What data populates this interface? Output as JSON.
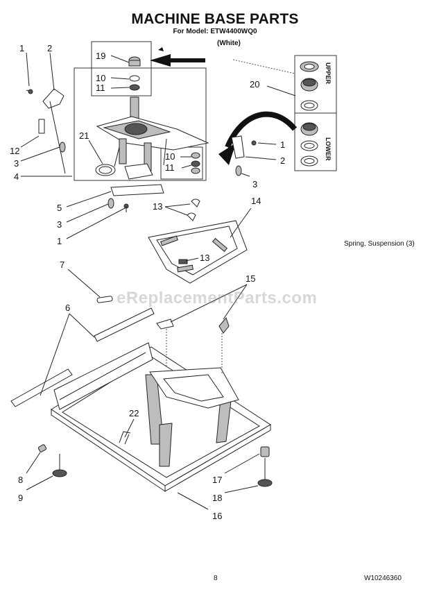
{
  "header": {
    "title": "MACHINE BASE PARTS",
    "model_line": "For Model: ETW4400WQ0",
    "variant": "(White)"
  },
  "callouts": [
    "1",
    "2",
    "12",
    "3",
    "4",
    "19",
    "10",
    "11",
    "21",
    "20",
    "1",
    "2",
    "10",
    "11",
    "3",
    "5",
    "3",
    "1",
    "13",
    "14",
    "13",
    "7",
    "15",
    "6",
    "22",
    "8",
    "9",
    "17",
    "18",
    "16"
  ],
  "seal_labels": {
    "upper": "UPPER",
    "lower": "LOWER"
  },
  "note": "Spring, Suspension (3)",
  "watermark": "eReplacementParts.com",
  "footer": {
    "page": "8",
    "doc_number": "W10246360"
  }
}
